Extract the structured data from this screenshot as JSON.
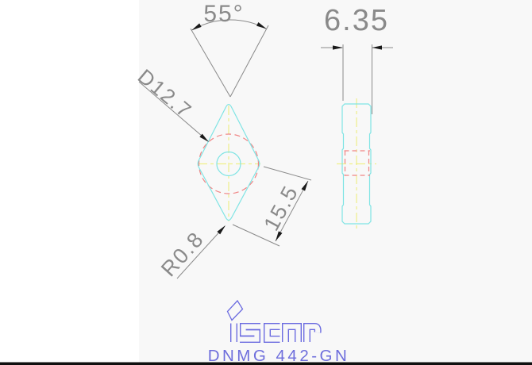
{
  "part": {
    "part_number": "DNMG 442-GN",
    "brand": "iscar"
  },
  "dimensions": {
    "vertex_angle": "55°",
    "thickness": "6.35",
    "inscribed_circle": "D12.7",
    "edge_length": "15.5",
    "nose_radius": "R0.8"
  },
  "colors": {
    "outline_cyan": "#7fe4e4",
    "hidden_line_red": "#f08484",
    "centerline_yellow": "#efef8a",
    "dimension_gray": "#8a8a8a",
    "arrowhead_black": "#1a1a1a",
    "brand_blue": "#6b6be0",
    "part_number_blue": "#6e6edc",
    "drawing_bg": "#f8f8f8",
    "footer_bar": "#101010"
  }
}
